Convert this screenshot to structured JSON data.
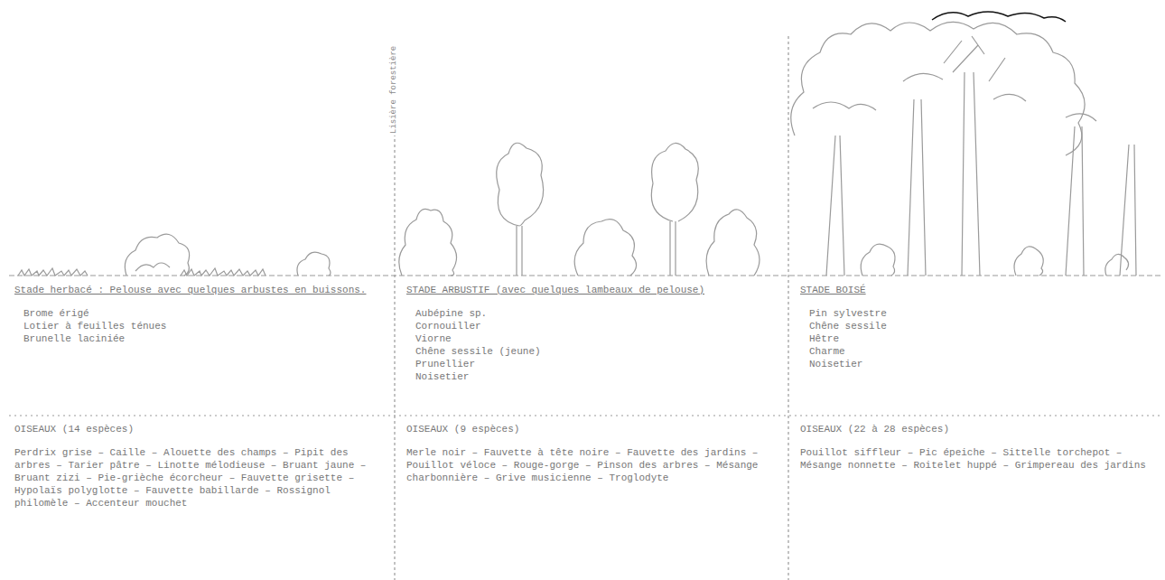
{
  "diagram": {
    "nodes": [
      {
        "text": [
          "Stade herbacé : Pelouse avec quelques arbustes en buissons.",
          "Brome érigé",
          "Lotier à feuilles ténues",
          "Brunelle laciniée"
        ]
      },
      {
        "text": [
          "STADE ARBUSTIF (avec quelques lambeaux de pelouse)",
          "Aubépine sp.",
          "Cornouiller",
          "Viorne",
          "Chêne sessile (jeune)",
          "Prunellier",
          "Noisetier"
        ]
      },
      {
        "text": [
          "STADE BOISÉ",
          "Pin sylvestre",
          "Chêne sessile",
          "Hêtre",
          "Charme",
          "Noisetier"
        ]
      },
      {
        "text": [
          "OISEAUX (14 espèces)",
          "Perdrix grise – Caille – Alouette des champs – Pipit des arbres – Tarier pâtre – Linotte mélodieuse – Bruant jaune – Bruant zizi – Pie-grièche écorcheur – Fauvette grisette – Hypolaïs polyglotte – Fauvette babillarde – Rossignol philomèle – Accenteur mouchet"
        ]
      },
      {
        "text": [
          "OISEAUX (9 espèces)",
          "Merle noir – Fauvette à tête noire – Fauvette des jardins – Pouillot véloce – Rouge-gorge – Pinson des arbres – Mésange charbonnière – Grive musicienne – Troglodyte"
        ]
      },
      {
        "text": [
          "OISEAUX (22 à 28 espèces)",
          "Pouillot siffleur – Pic épeiche – Sittelle torchepot – Mésange nonnette – Roitelet huppé – Grimpereau des jardins"
        ]
      }
    ],
    "labels": [
      "Lisière forestière"
    ]
  }
}
